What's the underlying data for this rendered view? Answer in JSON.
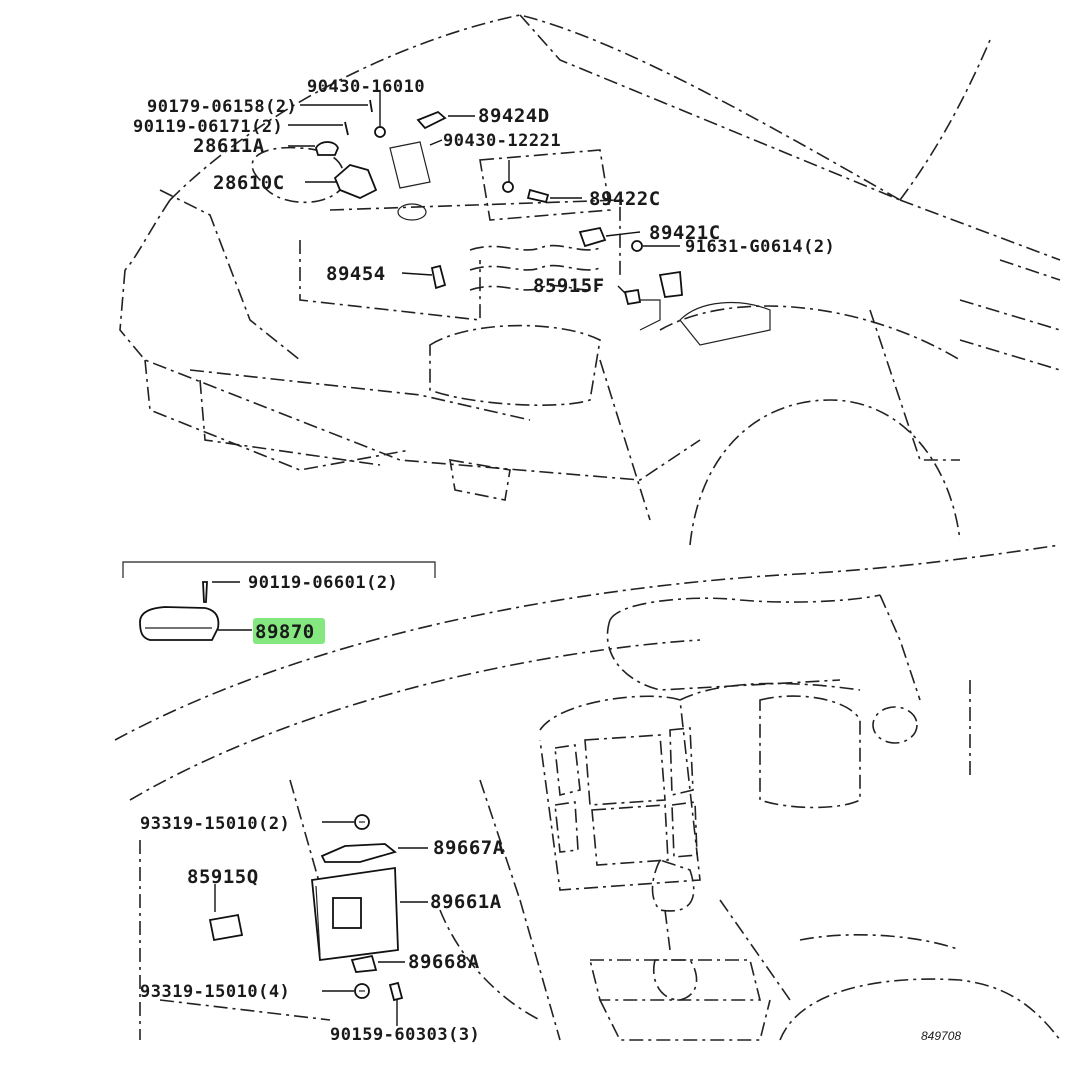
{
  "diagram": {
    "catalog_number": "849708",
    "highlighted_part": "89870",
    "callouts": {
      "p90430_16010": "90430-16010",
      "p90179_06158": "90179-06158(2)",
      "p90119_06171": "90119-06171(2)",
      "p89424D": "89424D",
      "p28611A": "28611A",
      "p90430_12221": "90430-12221",
      "p28610C": "28610C",
      "p89422C": "89422C",
      "p89421C": "89421C",
      "p91631": "91631-G0614(2)",
      "p89454": "89454",
      "p85915F": "85915F",
      "p90119_06601": "90119-06601(2)",
      "p89870": "89870",
      "p93319_15010a": "93319-15010(2)",
      "p89667A": "89667A",
      "p85915Q": "85915Q",
      "p89661A": "89661A",
      "p89668A": "89668A",
      "p93319_15010b": "93319-15010(4)",
      "p90159_60303": "90159-60303(3)"
    }
  }
}
